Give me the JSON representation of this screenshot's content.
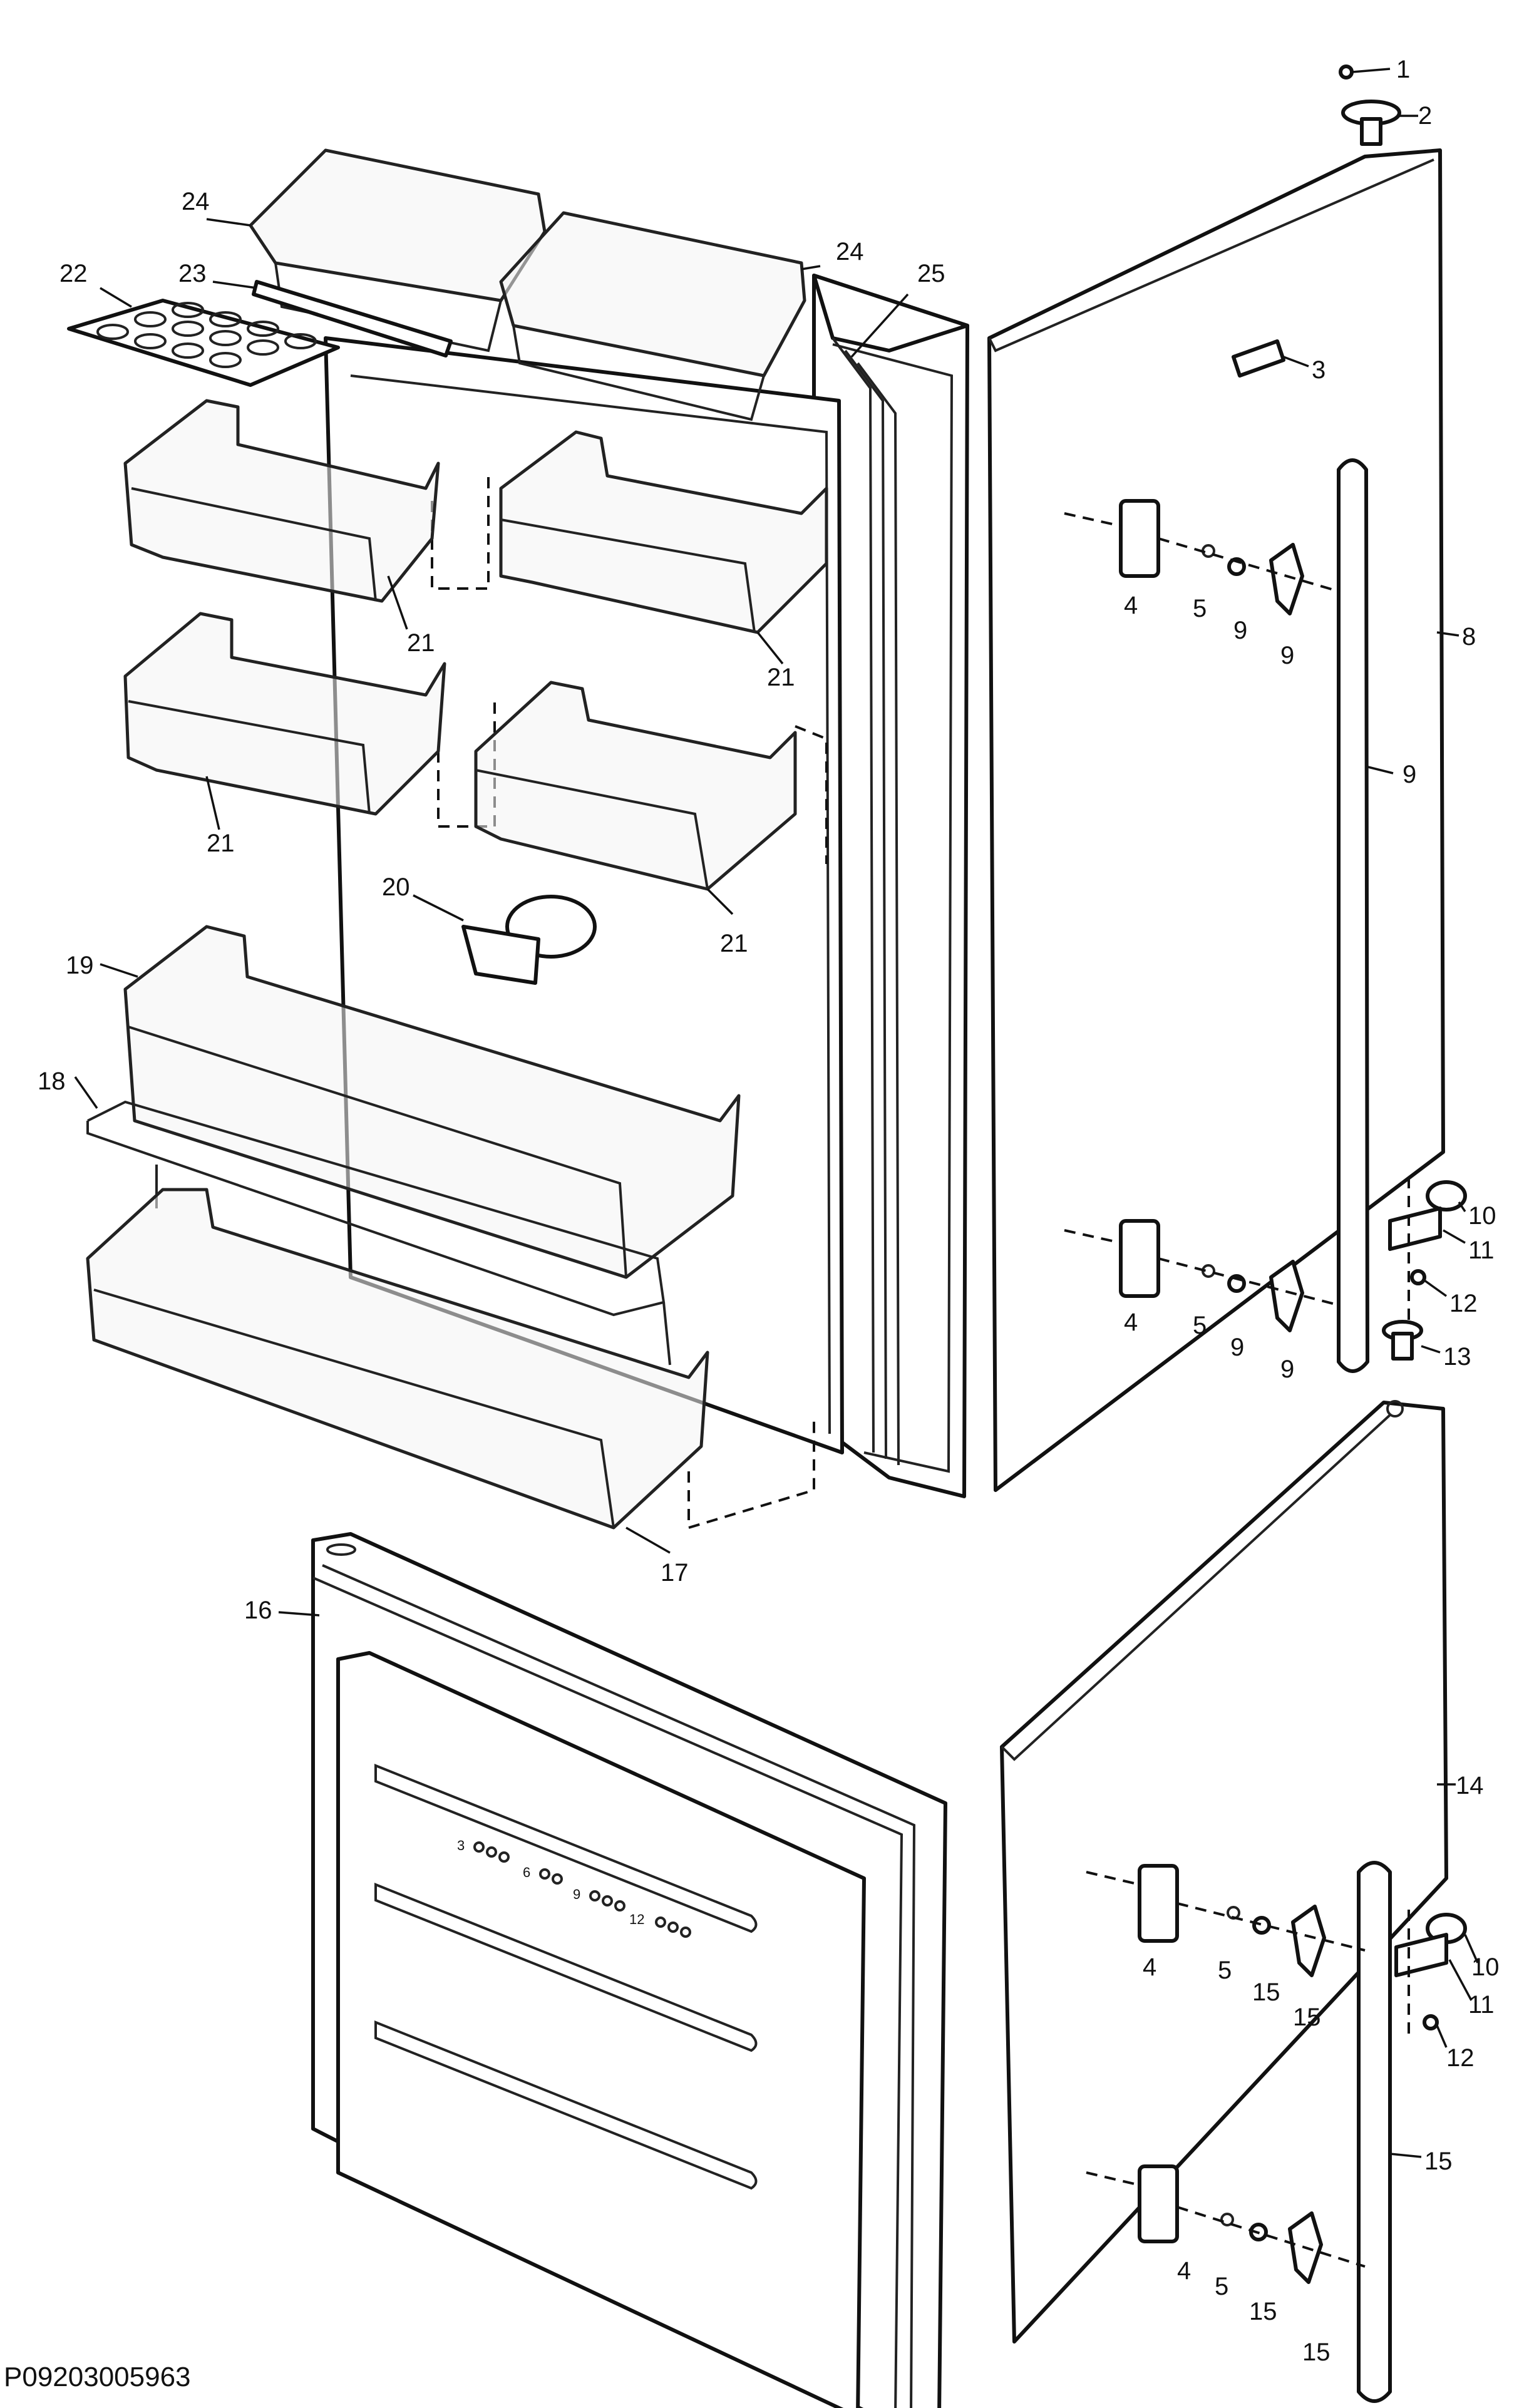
{
  "diagram_code": "P09203005963",
  "callouts": [
    {
      "id": "c1",
      "text": "1"
    },
    {
      "id": "c2",
      "text": "2"
    },
    {
      "id": "c3",
      "text": "3"
    },
    {
      "id": "c4a",
      "text": "4"
    },
    {
      "id": "c5a",
      "text": "5"
    },
    {
      "id": "c9a",
      "text": "9"
    },
    {
      "id": "c9b",
      "text": "9"
    },
    {
      "id": "c8",
      "text": "8"
    },
    {
      "id": "c9c",
      "text": "9"
    },
    {
      "id": "c10a",
      "text": "10"
    },
    {
      "id": "c11a",
      "text": "11"
    },
    {
      "id": "c12a",
      "text": "12"
    },
    {
      "id": "c13",
      "text": "13"
    },
    {
      "id": "c4b",
      "text": "4"
    },
    {
      "id": "c5b",
      "text": "5"
    },
    {
      "id": "c9d",
      "text": "9"
    },
    {
      "id": "c9e",
      "text": "9"
    },
    {
      "id": "c14",
      "text": "14"
    },
    {
      "id": "c4c",
      "text": "4"
    },
    {
      "id": "c5c",
      "text": "5"
    },
    {
      "id": "c15a",
      "text": "15"
    },
    {
      "id": "c15b",
      "text": "15"
    },
    {
      "id": "c10b",
      "text": "10"
    },
    {
      "id": "c11b",
      "text": "11"
    },
    {
      "id": "c12b",
      "text": "12"
    },
    {
      "id": "c15c",
      "text": "15"
    },
    {
      "id": "c4d",
      "text": "4"
    },
    {
      "id": "c5d",
      "text": "5"
    },
    {
      "id": "c15d",
      "text": "15"
    },
    {
      "id": "c15e",
      "text": "15"
    },
    {
      "id": "c16",
      "text": "16"
    },
    {
      "id": "c17",
      "text": "17"
    },
    {
      "id": "c18",
      "text": "18"
    },
    {
      "id": "c19",
      "text": "19"
    },
    {
      "id": "c20",
      "text": "20"
    },
    {
      "id": "c21a",
      "text": "21"
    },
    {
      "id": "c21b",
      "text": "21"
    },
    {
      "id": "c21c",
      "text": "21"
    },
    {
      "id": "c21d",
      "text": "21"
    },
    {
      "id": "c22",
      "text": "22"
    },
    {
      "id": "c23",
      "text": "23"
    },
    {
      "id": "c24a",
      "text": "24"
    },
    {
      "id": "c24b",
      "text": "24"
    },
    {
      "id": "c25",
      "text": "25"
    }
  ],
  "dial_marks": [
    "3",
    "6",
    "9",
    "12"
  ]
}
